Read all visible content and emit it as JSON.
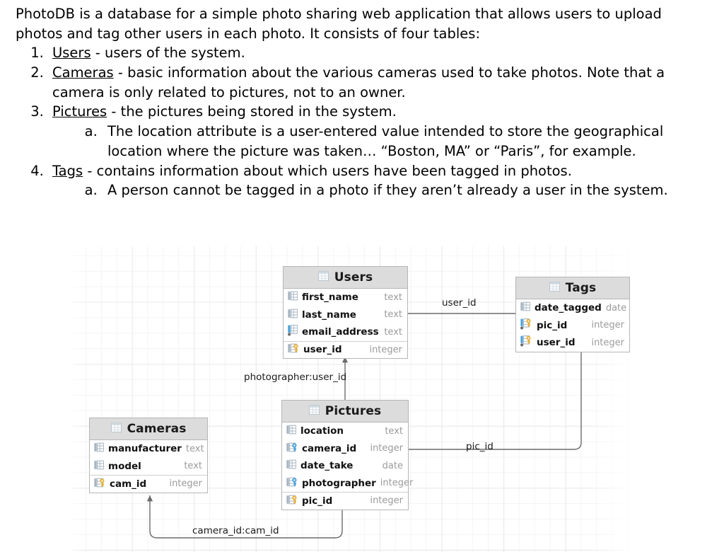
{
  "document": {
    "intro": "PhotoDB is a database for a simple photo sharing web application that allows users to upload photos and tag other users in each photo.  It consists of four tables:",
    "items": [
      {
        "term": "Users",
        "text": " - users of the system."
      },
      {
        "term": "Cameras",
        "text": " - basic information about the various cameras used to take photos.  Note that a camera is only related to pictures, not to an owner."
      },
      {
        "term": "Pictures",
        "text": " - the pictures being stored in the system.",
        "sub": [
          "The location attribute is a user-entered value intended to store the geographical location where the picture was taken… “Boston, MA” or “Paris”, for example."
        ]
      },
      {
        "term": "Tags",
        "text": " - contains information about which users have been tagged in photos.",
        "sub": [
          "A person cannot be tagged in a photo if they aren’t already a user in the system."
        ]
      }
    ]
  },
  "diagram": {
    "colors": {
      "header_fill": "#dcdcdc",
      "border": "#b6b6b6",
      "type_text": "#9b9b9b",
      "edge_line": "#6b6b6b",
      "key_icon": "#e8b13a",
      "fk_icon": "#4aa3dd",
      "column_icon": "#a8b6c2"
    },
    "tables": [
      {
        "id": "users",
        "name": "Users",
        "columns": [
          {
            "name": "first_name",
            "type": "text",
            "icon": "column-icon"
          },
          {
            "name": "last_name",
            "type": "text",
            "icon": "column-icon"
          },
          {
            "name": "email_address",
            "type": "text",
            "icon": "column-indexed-icon"
          },
          {
            "name": "user_id",
            "type": "integer",
            "icon": "primary-key-icon",
            "pk": true
          }
        ]
      },
      {
        "id": "tags",
        "name": "Tags",
        "columns": [
          {
            "name": "date_tagged",
            "type": "date",
            "icon": "column-icon"
          },
          {
            "name": "pic_id",
            "type": "integer",
            "icon": "foreign-key-icon",
            "pk": true
          },
          {
            "name": "user_id",
            "type": "integer",
            "icon": "foreign-key-icon"
          }
        ]
      },
      {
        "id": "pictures",
        "name": "Pictures",
        "columns": [
          {
            "name": "location",
            "type": "text",
            "icon": "column-icon"
          },
          {
            "name": "camera_id",
            "type": "integer",
            "icon": "foreign-key-blue-icon"
          },
          {
            "name": "date_take",
            "type": "date",
            "icon": "column-icon"
          },
          {
            "name": "photographer",
            "type": "integer",
            "icon": "foreign-key-blue-icon"
          },
          {
            "name": "pic_id",
            "type": "integer",
            "icon": "primary-key-icon",
            "pk": true
          }
        ]
      },
      {
        "id": "cameras",
        "name": "Cameras",
        "columns": [
          {
            "name": "manufacturer",
            "type": "text",
            "icon": "column-icon"
          },
          {
            "name": "model",
            "type": "text",
            "icon": "column-icon"
          },
          {
            "name": "cam_id",
            "type": "integer",
            "icon": "primary-key-icon",
            "pk": true
          }
        ]
      }
    ],
    "relationships": [
      {
        "id": "tags-users",
        "label": "user_id"
      },
      {
        "id": "pictures-users",
        "label": "photographer:user_id"
      },
      {
        "id": "tags-pictures",
        "label": "pic_id"
      },
      {
        "id": "pictures-cameras",
        "label": "camera_id:cam_id"
      }
    ]
  }
}
